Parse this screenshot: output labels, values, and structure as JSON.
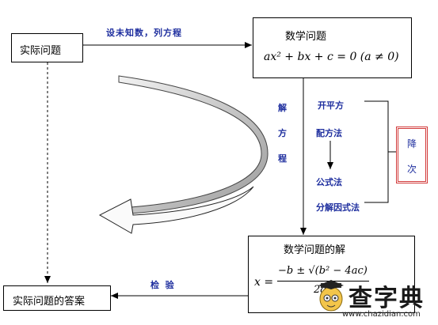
{
  "boxes": {
    "real_problem": "实际问题",
    "math_problem_title": "数学问题",
    "math_problem_equation": "ax² + bx + c = 0 (a ≠ 0)",
    "math_solution_title": "数学问题的解",
    "real_answer": "实际问题的答案"
  },
  "formula": {
    "lhs": "x =",
    "numerator": "−b ± √(b² − 4ac)",
    "denominator": "2a"
  },
  "edge_labels": {
    "set_unknown": "设未知数，列方程",
    "solve": [
      "解",
      "方",
      "程"
    ],
    "check": "检  验"
  },
  "methods": [
    "开平方",
    "配方法",
    "公式法",
    "分解因式法"
  ],
  "reduce_degree": [
    "降",
    "次"
  ],
  "watermark": {
    "brand": "查字典",
    "url": "www.chazidian.com"
  },
  "colors": {
    "label_blue": "#1f2f9f",
    "red_border": "#d23a3a"
  }
}
